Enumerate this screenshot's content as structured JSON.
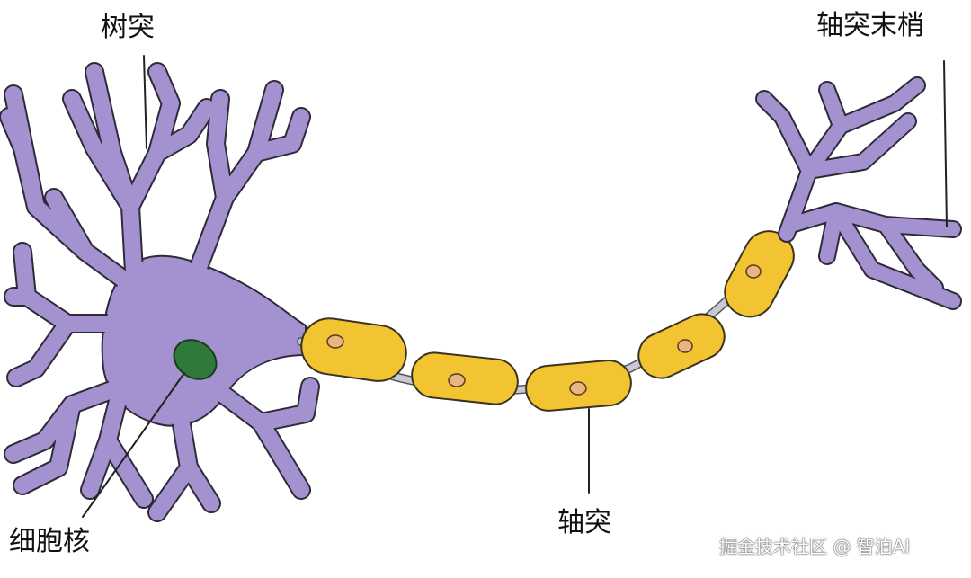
{
  "labels": {
    "dendrite": "树突",
    "axon_terminal": "轴突末梢",
    "nucleus": "细胞核",
    "axon": "轴突"
  },
  "watermark": "掘金技术社区 @ 智泊AI",
  "colors": {
    "neuron": "#a392cf",
    "neuron_outline": "#2e2a3a",
    "myelin": "#f2c432",
    "myelin_outline": "#3a3320",
    "node": "#c8c8d6",
    "nucleus": "#2f7a3a",
    "schwann_nucleus": "#e9b582",
    "leader_line": "#222222",
    "background": "#ffffff"
  }
}
